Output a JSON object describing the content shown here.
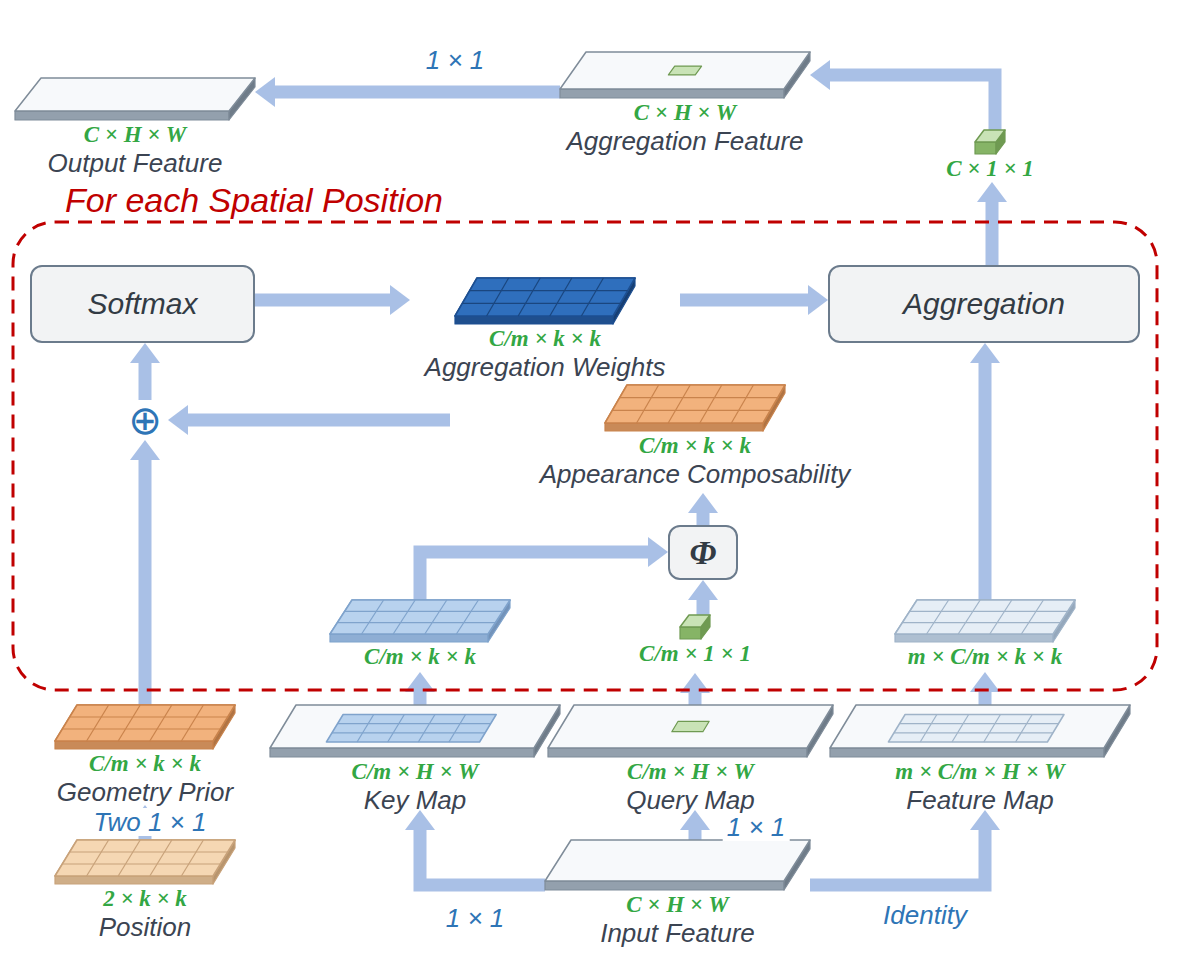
{
  "diagram": {
    "nodes": [
      {
        "text": [
          "C × H × W",
          "Output Feature"
        ]
      },
      {
        "text": [
          "C × H × W",
          "Aggregation Feature"
        ]
      },
      {
        "text": [
          "C × 1 × 1"
        ]
      },
      {
        "text": [
          "For each Spatial Position"
        ]
      },
      {
        "text": [
          "Softmax"
        ],
        "in": 3
      },
      {
        "text": [
          "C/m × k × k",
          "Aggregation Weights"
        ],
        "in": 3
      },
      {
        "text": [
          "Aggregation"
        ],
        "in": 3
      },
      {
        "text": [
          "⊕"
        ],
        "in": 3
      },
      {
        "text": [
          "C/m × k × k",
          "Appearance Composability"
        ],
        "in": 3
      },
      {
        "text": [
          "Φ"
        ],
        "in": 3
      },
      {
        "text": [
          "C/m × k × k"
        ],
        "in": 3
      },
      {
        "text": [
          "C/m × 1 × 1"
        ],
        "in": 3
      },
      {
        "text": [
          "m × C/m × k × k"
        ],
        "in": 3
      },
      {
        "text": [
          "C/m × k × k",
          "Geometry Prior"
        ]
      },
      {
        "text": [
          "2 × k × k",
          "Position"
        ]
      },
      {
        "text": [
          "C/m × H × W",
          "Key Map"
        ]
      },
      {
        "text": [
          "C/m × H × W",
          "Query Map"
        ]
      },
      {
        "text": [
          "m × C/m × H × W",
          "Feature Map"
        ]
      },
      {
        "text": [
          "C × H × W",
          "Input Feature"
        ]
      }
    ],
    "edges": [
      {
        "from": 1,
        "to": 0,
        "arrow": "to",
        "label": "1 × 1"
      },
      {
        "from": 2,
        "to": 1,
        "arrow": "to"
      },
      {
        "from": 6,
        "to": 2,
        "arrow": "to"
      },
      {
        "from": 4,
        "to": 5,
        "arrow": "to"
      },
      {
        "from": 5,
        "to": 6,
        "arrow": "to"
      },
      {
        "from": 7,
        "to": 4,
        "arrow": "to"
      },
      {
        "from": 8,
        "to": 7,
        "arrow": "to"
      },
      {
        "from": 13,
        "to": 7,
        "arrow": "to"
      },
      {
        "from": 9,
        "to": 8,
        "arrow": "to"
      },
      {
        "from": 10,
        "to": 9,
        "arrow": "to"
      },
      {
        "from": 11,
        "to": 9,
        "arrow": "to"
      },
      {
        "from": 12,
        "to": 6,
        "arrow": "to"
      },
      {
        "from": 15,
        "to": 10,
        "arrow": "to"
      },
      {
        "from": 16,
        "to": 11,
        "arrow": "to"
      },
      {
        "from": 17,
        "to": 12,
        "arrow": "to"
      },
      {
        "from": 14,
        "to": 13,
        "arrow": "to",
        "label": "Two 1 × 1"
      },
      {
        "from": 18,
        "to": 15,
        "arrow": "to",
        "label": "1 × 1"
      },
      {
        "from": 18,
        "to": 16,
        "arrow": "to",
        "label": "1 × 1"
      },
      {
        "from": 18,
        "to": 17,
        "arrow": "to",
        "label": "Identity"
      }
    ]
  }
}
